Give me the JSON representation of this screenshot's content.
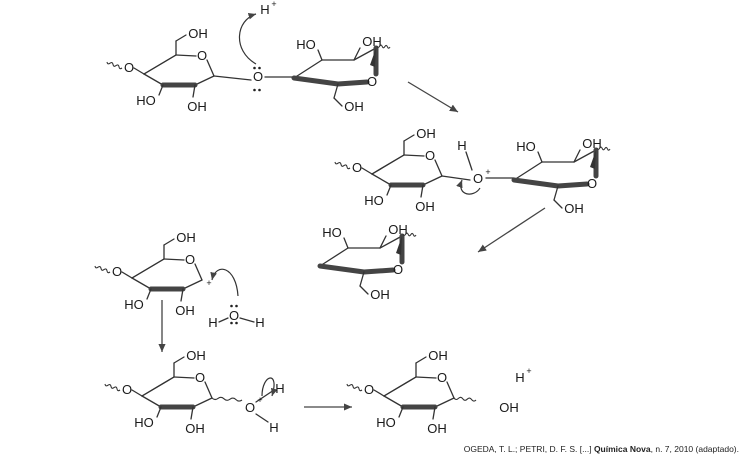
{
  "labels": {
    "oh": "OH",
    "o": "O",
    "h": "H",
    "ho": "HO",
    "plus": "+",
    "h_plus": "H",
    "h_plus_charge": "+"
  },
  "citation": {
    "authors": "OGEDA, T. L.; PETRI, D. F. S. [...] ",
    "journal": "Química Nova",
    "rest": ", n. 7, 2010 (adaptado)."
  }
}
